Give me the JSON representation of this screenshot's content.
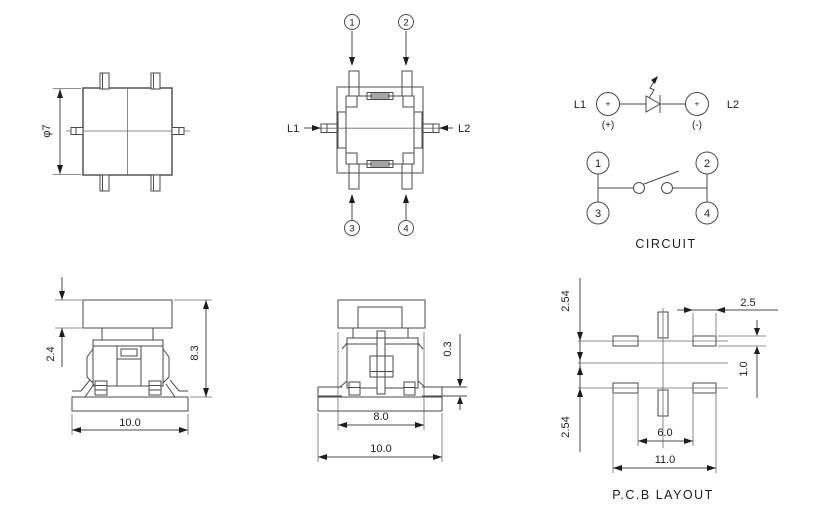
{
  "colors": {
    "background": "#ffffff",
    "line": "#4a4a4a",
    "text": "#1d1d1d"
  },
  "top_view": {
    "dim_width": "φ7"
  },
  "bottom_view": {
    "pin_labels": [
      "1",
      "2",
      "3",
      "4"
    ],
    "led_pin_left": "L1",
    "led_pin_right": "L2"
  },
  "led_circuit": {
    "label_left": "L1",
    "label_right": "L2",
    "terminal_left": "+",
    "terminal_right": "+",
    "polarity_left": "(+)",
    "polarity_right": "(-)"
  },
  "switch_circuit": {
    "terminals": [
      "1",
      "2",
      "3",
      "4"
    ],
    "caption": "CIRCUIT"
  },
  "front_view": {
    "dim_cap_height": "2.4",
    "dim_total_height": "8.3",
    "dim_base_width": "10.0"
  },
  "side_view": {
    "dim_lead_thickness": "0.3",
    "dim_body_width": "8.0",
    "dim_base_width": "10.0"
  },
  "pcb_layout": {
    "dim_row_spacing_top": "2.54",
    "dim_row_spacing_bottom": "2.54",
    "dim_pad_length": "2.5",
    "dim_pad_width": "1.0",
    "dim_inner_span": "6.0",
    "dim_outer_span": "11.0",
    "caption": "P.C.B LAYOUT"
  }
}
